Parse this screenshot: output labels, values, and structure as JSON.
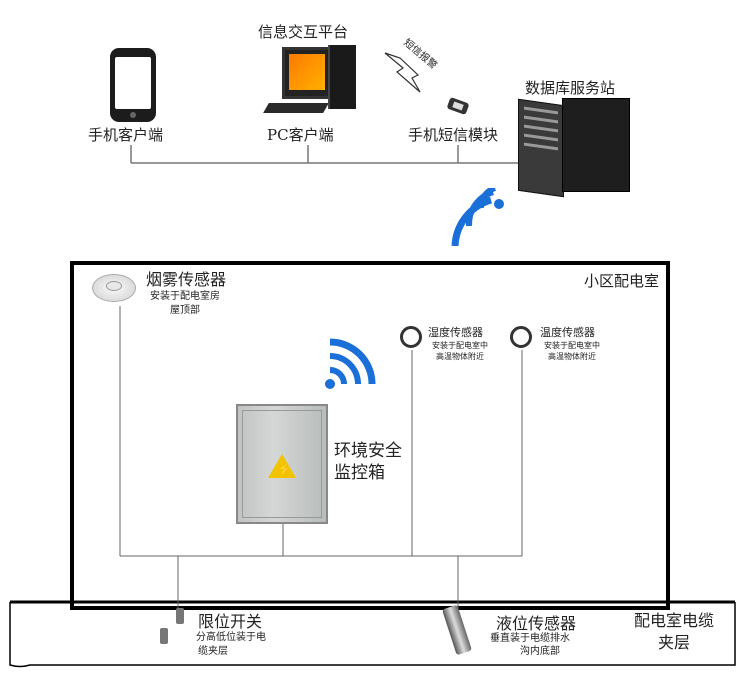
{
  "top": {
    "platform_title": "信息交互平台",
    "mobile_client": "手机客户端",
    "pc_client": "PC客户端",
    "sms_module": "手机短信模块",
    "sms_alarm": "短信报警",
    "db_server": "数据库服务站"
  },
  "room": {
    "title": "小区配电室",
    "smoke_sensor": {
      "name": "烟雾传感器",
      "note1": "安装于配电室房",
      "note2": "屋顶部"
    },
    "humidity_sensor": {
      "name": "湿度传感器",
      "note1": "安装于配电室中",
      "note2": "高温物体附近"
    },
    "temperature_sensor": {
      "name": "温度传感器",
      "note1": "安装于配电室中",
      "note2": "高温物体附近"
    },
    "monitor_box": {
      "line1": "环境安全",
      "line2": "监控箱"
    }
  },
  "cable_layer": {
    "title1": "配电室电缆",
    "title2": "夹层",
    "limit_switch": {
      "name": "限位开关",
      "note1": "分高低位装于电",
      "note2": "缆夹层"
    },
    "level_sensor": {
      "name": "液位传感器",
      "note1": "垂直装于电缆排水",
      "note2": "沟内底部"
    }
  },
  "colors": {
    "wifi": "#1a6fd8",
    "box": "#c9cccb",
    "server": "#2a2a2a",
    "warning": "#f2c400"
  }
}
